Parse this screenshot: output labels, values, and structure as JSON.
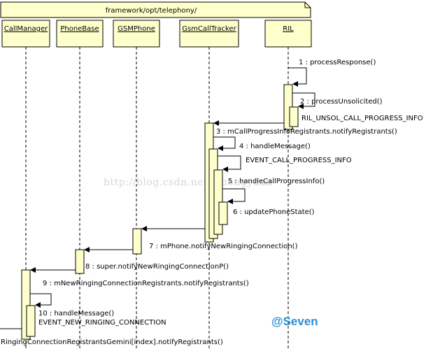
{
  "package": {
    "label": "framework/opt/telephony/"
  },
  "lifelines": [
    {
      "id": "cm",
      "name": "CallManager"
    },
    {
      "id": "pb",
      "name": "PhoneBase"
    },
    {
      "id": "gsm",
      "name": "GSMPhone"
    },
    {
      "id": "ct",
      "name": "GsmCallTracker"
    },
    {
      "id": "ril",
      "name": "RIL"
    }
  ],
  "messages": [
    {
      "label": "1 : processResponse()"
    },
    {
      "label": "2 : processUnsolicited()"
    },
    {
      "label": "3 : mCallProgressInfoRegistrants.notifyRegistrants()"
    },
    {
      "label": "4 : handleMessage()"
    },
    {
      "label": "5 : handleCallProgressInfo()"
    },
    {
      "label": "6 : updatePhoneState()"
    },
    {
      "label": "7 : mPhone.notifyNewRingingConnection()"
    },
    {
      "label": "8 : super.notifyNewRingingConnectionP()"
    },
    {
      "label": "9 : mNewRingingConnectionRegistrants.notifyRegistrants()"
    },
    {
      "label": "10 : handleMessage()"
    },
    {
      "label": "RingingConnectionRegistrantsGemini[index].notifyRegistrants()"
    }
  ],
  "notes": [
    {
      "label": "RIL_UNSOL_CALL_PROGRESS_INFO"
    },
    {
      "label": "EVENT_CALL_PROGRESS_INFO"
    },
    {
      "label": "EVENT_NEW_RINGING_CONNECTION"
    }
  ],
  "watermark": "http://blog.csdn.net/yihongyuan",
  "signature": "@Seven",
  "colors": {
    "activation_fill": "#ffffcc",
    "package_fill": "#ffffcc",
    "lifeline_header_fill": "#ffffcc",
    "signature": "#2a8fd6"
  }
}
